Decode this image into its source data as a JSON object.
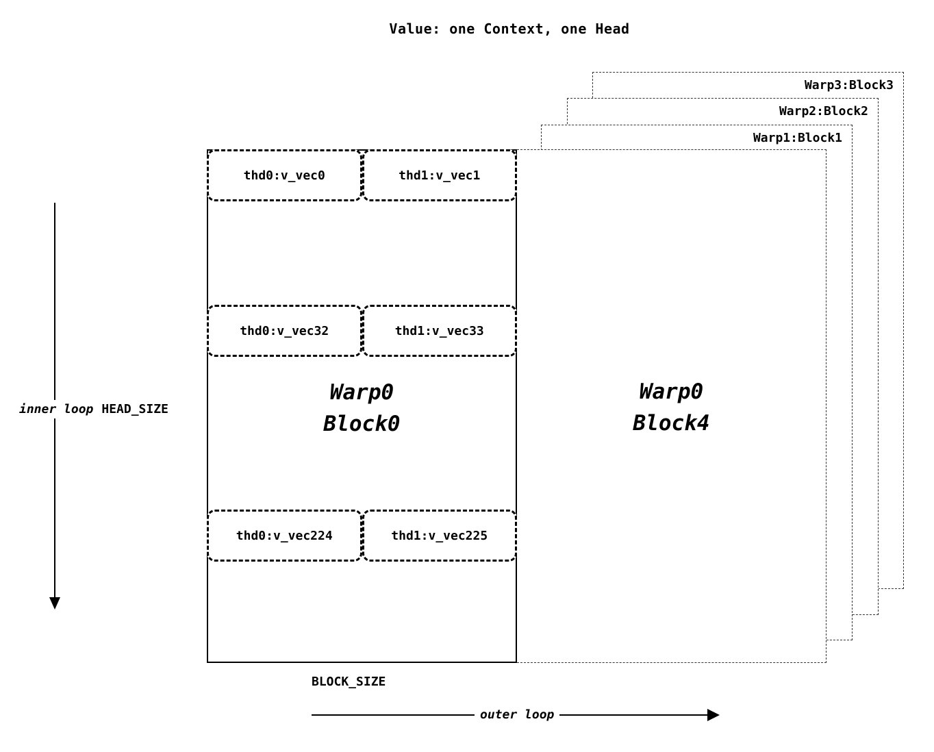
{
  "title": "Value: one Context, one Head",
  "back_blocks": [
    {
      "label": "Warp3:Block3"
    },
    {
      "label": "Warp2:Block2"
    },
    {
      "label": "Warp1:Block1"
    }
  ],
  "block4": {
    "line1": "Warp0",
    "line2": "Block4"
  },
  "block0": {
    "line1": "Warp0",
    "line2": "Block0",
    "rows": [
      {
        "cells": [
          "thd0:v_vec0",
          "thd1:v_vec1"
        ]
      },
      {
        "cells": [
          "thd0:v_vec32",
          "thd1:v_vec33"
        ]
      },
      {
        "cells": [
          "thd0:v_vec224",
          "thd1:v_vec225"
        ]
      }
    ]
  },
  "axis_labels": {
    "inner_loop": "inner loop",
    "head_size": "HEAD_SIZE",
    "block_size": "BLOCK_SIZE",
    "outer_loop": "outer loop"
  }
}
